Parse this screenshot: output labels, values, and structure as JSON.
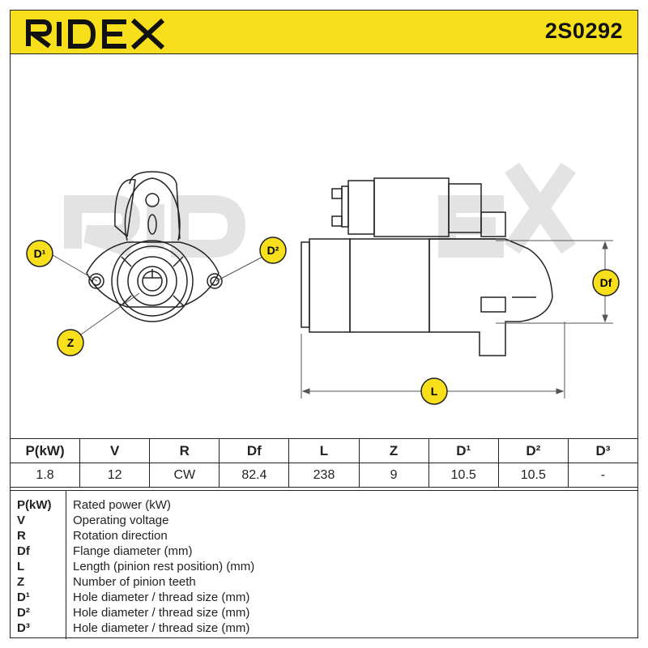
{
  "header": {
    "brand": "RIDEX",
    "part_number": "2S0292",
    "background_color": "#f7df1c"
  },
  "diagram": {
    "watermark": "RIDEX",
    "labels": {
      "d1": "D¹",
      "d2": "D²",
      "z": "Z",
      "df": "Df",
      "l": "L"
    }
  },
  "spec_table": {
    "headers": [
      "P(kW)",
      "V",
      "R",
      "Df",
      "L",
      "Z",
      "D¹",
      "D²",
      "D³"
    ],
    "values": [
      "1.8",
      "12",
      "CW",
      "82.4",
      "238",
      "9",
      "10.5",
      "10.5",
      "-"
    ]
  },
  "legend": [
    {
      "key": "P(kW)",
      "desc": "Rated power (kW)"
    },
    {
      "key": "V",
      "desc": "Operating voltage"
    },
    {
      "key": "R",
      "desc": "Rotation direction"
    },
    {
      "key": "Df",
      "desc": "Flange diameter (mm)"
    },
    {
      "key": "L",
      "desc": "Length (pinion rest position) (mm)"
    },
    {
      "key": "Z",
      "desc": "Number of pinion teeth"
    },
    {
      "key": "D¹",
      "desc": "Hole diameter / thread size (mm)"
    },
    {
      "key": "D²",
      "desc": "Hole diameter / thread size (mm)"
    },
    {
      "key": "D³",
      "desc": "Hole diameter / thread size (mm)"
    }
  ]
}
